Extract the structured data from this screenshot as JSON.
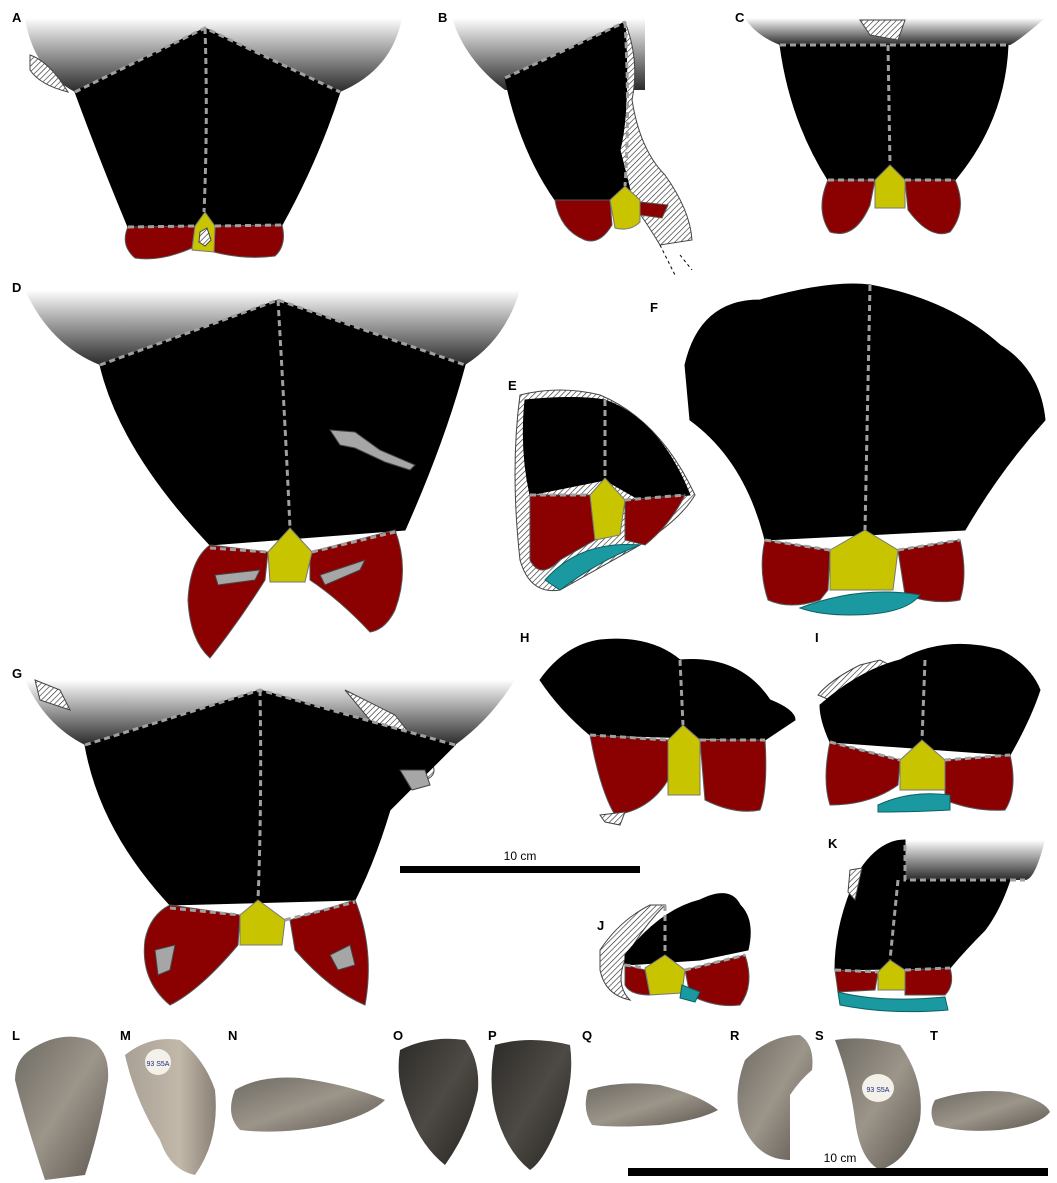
{
  "panel_labels": {
    "A": "A",
    "B": "B",
    "C": "C",
    "D": "D",
    "E": "E",
    "F": "F",
    "G": "G",
    "H": "H",
    "I": "I",
    "J": "J",
    "K": "K",
    "L": "L",
    "M": "M",
    "N": "N",
    "O": "O",
    "P": "P",
    "Q": "Q",
    "R": "R",
    "S": "S",
    "T": "T"
  },
  "scale_bars": {
    "drawings": "10 cm",
    "photographs": "10 cm"
  },
  "specimen_labels": {
    "M": "93 S5A",
    "S": "93 S5A"
  },
  "colors": {
    "bone": "#000000",
    "red_region": "#8b0000",
    "yellow_region": "#c8c400",
    "teal_region": "#1a9aa0",
    "suture": "#a0a0a0",
    "broken_surface": "#a6a6a6"
  }
}
